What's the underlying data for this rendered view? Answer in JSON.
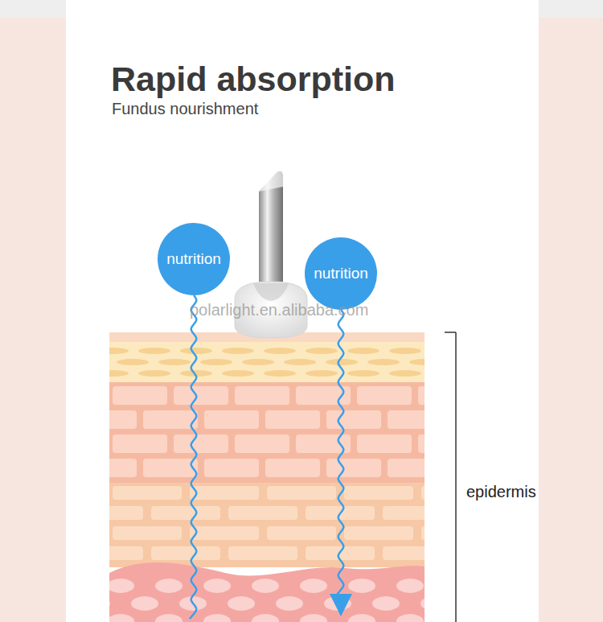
{
  "diagram": {
    "title": "Rapid absorption",
    "caption": "Fundus nourishment",
    "nodes": [
      {
        "text": [
          "nutrition"
        ]
      },
      {
        "text": [
          "nutrition"
        ]
      }
    ],
    "labels": [
      "epidermis",
      "polarlight.en.alibaba.com"
    ]
  }
}
